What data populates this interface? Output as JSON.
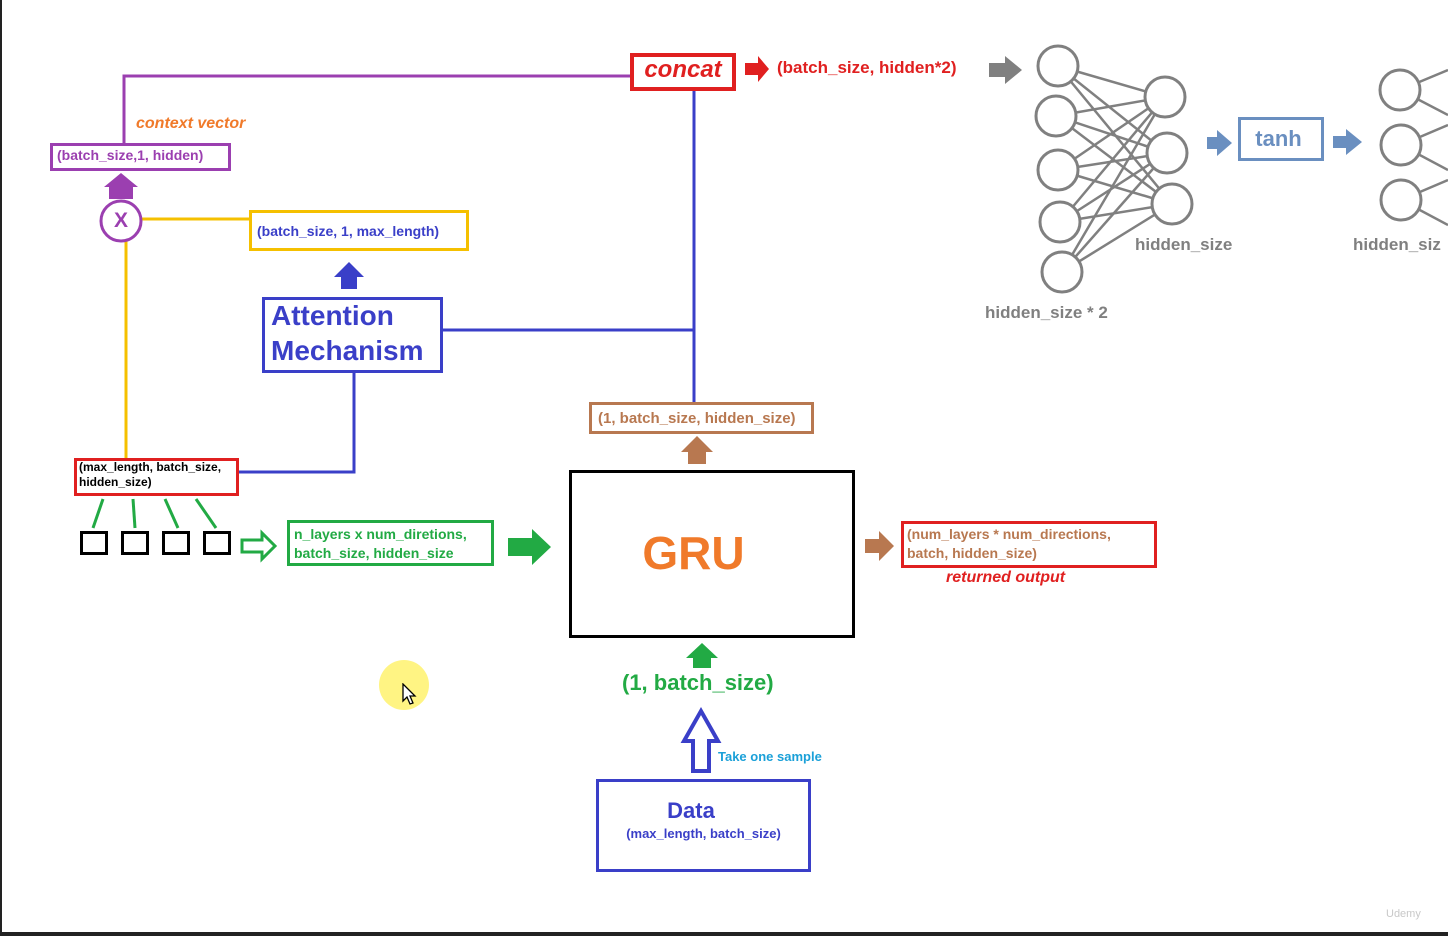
{
  "colors": {
    "purple": "#9b3fb0",
    "yellow": "#f5c000",
    "blue": "#3a3fc8",
    "red": "#e02020",
    "green": "#22aa44",
    "orange": "#f07a2a",
    "brown": "#b87850",
    "gray": "#808080",
    "steel": "#6a8fc0",
    "cyan": "#1aa0d8"
  },
  "labels": {
    "concat": "concat",
    "concat_shape": "(batch_size, hidden*2)",
    "context_vector": "context vector",
    "context_shape": "(batch_size,1, hidden)",
    "multiply": "X",
    "attn_weights_shape": "(batch_size, 1, max_length)",
    "attention_line1": "Attention",
    "attention_line2": "Mechanism",
    "gru_hidden_shape": "(1, batch_size, hidden_size)",
    "encoder_outputs_line1": "(max_length, batch_size,",
    "encoder_outputs_line2": "hidden_size)",
    "hidden_init_line1": "n_layers x num_diretions,",
    "hidden_init_line2": "batch_size, hidden_size",
    "gru": "GRU",
    "returned_line1": "(num_layers * num_directions,",
    "returned_line2": "batch, hidden_size)",
    "returned_output": "returned output",
    "input_shape": "(1, batch_size)",
    "take_one_sample": "Take one sample",
    "data_title": "Data",
    "data_shape": "(max_length, batch_size)",
    "tanh": "tanh",
    "nn_hidden_size_2": "hidden_size * 2",
    "nn_hidden_size": "hidden_size",
    "nn_hidden_size_cut": "hidden_siz",
    "watermark": "Udemy"
  }
}
